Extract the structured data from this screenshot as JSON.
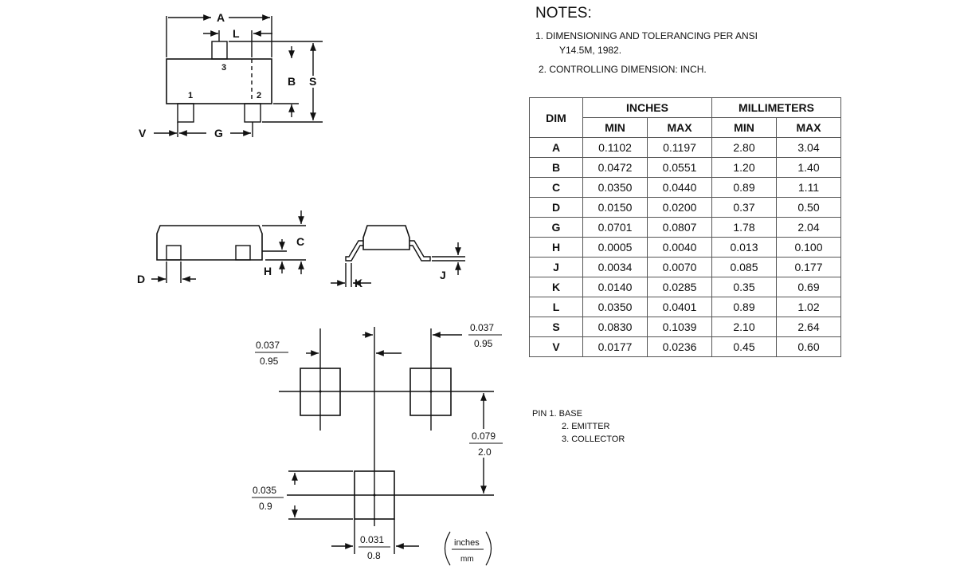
{
  "notes": {
    "title": "NOTES:",
    "items": [
      "1. DIMENSIONING AND TOLERANCING PER ANSI",
      "Y14.5M, 1982.",
      "2. CONTROLLING DIMENSION: INCH."
    ]
  },
  "table": {
    "dim_header": "DIM",
    "group_inches": "INCHES",
    "group_mm": "MILLIMETERS",
    "min": "MIN",
    "max": "MAX",
    "rows": [
      {
        "dim": "A",
        "in_min": "0.1102",
        "in_max": "0.1197",
        "mm_min": "2.80",
        "mm_max": "3.04"
      },
      {
        "dim": "B",
        "in_min": "0.0472",
        "in_max": "0.0551",
        "mm_min": "1.20",
        "mm_max": "1.40"
      },
      {
        "dim": "C",
        "in_min": "0.0350",
        "in_max": "0.0440",
        "mm_min": "0.89",
        "mm_max": "1.11"
      },
      {
        "dim": "D",
        "in_min": "0.0150",
        "in_max": "0.0200",
        "mm_min": "0.37",
        "mm_max": "0.50"
      },
      {
        "dim": "G",
        "in_min": "0.0701",
        "in_max": "0.0807",
        "mm_min": "1.78",
        "mm_max": "2.04"
      },
      {
        "dim": "H",
        "in_min": "0.0005",
        "in_max": "0.0040",
        "mm_min": "0.013",
        "mm_max": "0.100"
      },
      {
        "dim": "J",
        "in_min": "0.0034",
        "in_max": "0.0070",
        "mm_min": "0.085",
        "mm_max": "0.177"
      },
      {
        "dim": "K",
        "in_min": "0.0140",
        "in_max": "0.0285",
        "mm_min": "0.35",
        "mm_max": "0.69"
      },
      {
        "dim": "L",
        "in_min": "0.0350",
        "in_max": "0.0401",
        "mm_min": "0.89",
        "mm_max": "1.02"
      },
      {
        "dim": "S",
        "in_min": "0.0830",
        "in_max": "0.1039",
        "mm_min": "2.10",
        "mm_max": "2.64"
      },
      {
        "dim": "V",
        "in_min": "0.0177",
        "in_max": "0.0236",
        "mm_min": "0.45",
        "mm_max": "0.60"
      }
    ]
  },
  "pins": {
    "p1": "PIN 1. BASE",
    "p2": "2. EMITTER",
    "p3": "3. COLLECTOR"
  },
  "drawing": {
    "labels": {
      "A": "A",
      "L": "L",
      "B": "B",
      "S": "S",
      "V": "V",
      "G": "G",
      "C": "C",
      "D": "D",
      "H": "H",
      "K": "K",
      "J": "J",
      "pin1": "1",
      "pin2": "2",
      "pin3": "3"
    },
    "footprint": {
      "pad_pitch_in": "0.037",
      "pad_pitch_mm": "0.95",
      "pad_pitch2_in": "0.037",
      "pad_pitch2_mm": "0.95",
      "row_span_in": "0.079",
      "row_span_mm": "2.0",
      "pad_len_in": "0.035",
      "pad_len_mm": "0.9",
      "pad_w_in": "0.031",
      "pad_w_mm": "0.8",
      "unit_top": "inches",
      "unit_bottom": "mm"
    }
  }
}
